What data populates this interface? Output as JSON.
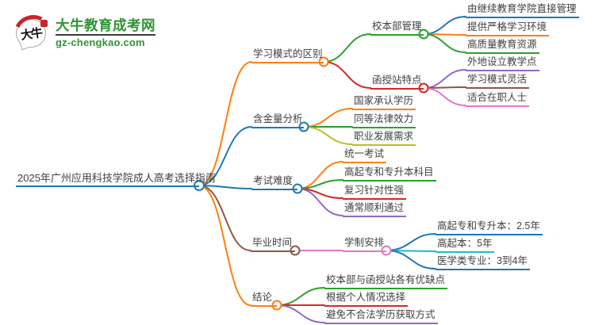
{
  "logo": {
    "icon_text": "大牛",
    "title": "大牛教育成考网",
    "domain": "gz-chengkao.com",
    "brand_green": "#2e9434",
    "seal_red": "#c9252c"
  },
  "palette": {
    "blue": "#1f77b4",
    "orange": "#ff7f0e",
    "green": "#2ca02c",
    "red": "#d62728",
    "purple": "#9467bd",
    "brown": "#8c564b",
    "pink": "#e377c2",
    "olive": "#bcbd22",
    "cyan": "#17becf"
  },
  "mindmap": {
    "root": {
      "label": "2025年广州应用科技学院成人高考选择指南",
      "color": "#1f77b4"
    },
    "branches": [
      {
        "label": "学习模式的区别",
        "color": "#ff7f0e",
        "children": [
          {
            "label": "校本部管理",
            "color": "#2ca02c",
            "children": [
              {
                "label": "由继续教育学院直接管理",
                "color": "#1f77b4"
              },
              {
                "label": "提供严格学习环境",
                "color": "#ff7f0e"
              },
              {
                "label": "高质量教育资源",
                "color": "#2ca02c"
              }
            ]
          },
          {
            "label": "函授站特点",
            "color": "#d62728",
            "children": [
              {
                "label": "外地设立教学点",
                "color": "#9467bd"
              },
              {
                "label": "学习模式灵活",
                "color": "#8c564b"
              },
              {
                "label": "适合在职人士",
                "color": "#e377c2"
              }
            ]
          }
        ]
      },
      {
        "label": "含金量分析",
        "color": "#1f77b4",
        "children": [
          {
            "label": "国家承认学历",
            "color": "#ff7f0e"
          },
          {
            "label": "同等法律效力",
            "color": "#2ca02c"
          },
          {
            "label": "职业发展需求",
            "color": "#bcbd22"
          }
        ]
      },
      {
        "label": "考试难度",
        "color": "#1f77b4",
        "children": [
          {
            "label": "统一考试",
            "color": "#ff7f0e"
          },
          {
            "label": "高起专和专升本科目",
            "color": "#2ca02c"
          },
          {
            "label": "复习针对性强",
            "color": "#d62728"
          },
          {
            "label": "通常顺利通过",
            "color": "#9467bd"
          }
        ]
      },
      {
        "label": "毕业时间",
        "color": "#8c564b",
        "children": [
          {
            "label": "学制安排",
            "color": "#e377c2",
            "children": [
              {
                "label": "高起专和专升本：2.5年",
                "color": "#1f77b4"
              },
              {
                "label": "高起本：5年",
                "color": "#17becf"
              },
              {
                "label": "医学类专业：3到4年",
                "color": "#1f77b4"
              }
            ]
          }
        ]
      },
      {
        "label": "结论",
        "color": "#ff7f0e",
        "children": [
          {
            "label": "校本部与函授站各有优缺点",
            "color": "#2ca02c"
          },
          {
            "label": "根据个人情况选择",
            "color": "#d62728"
          },
          {
            "label": "避免不合法学历获取方式",
            "color": "#9467bd"
          }
        ]
      }
    ]
  }
}
